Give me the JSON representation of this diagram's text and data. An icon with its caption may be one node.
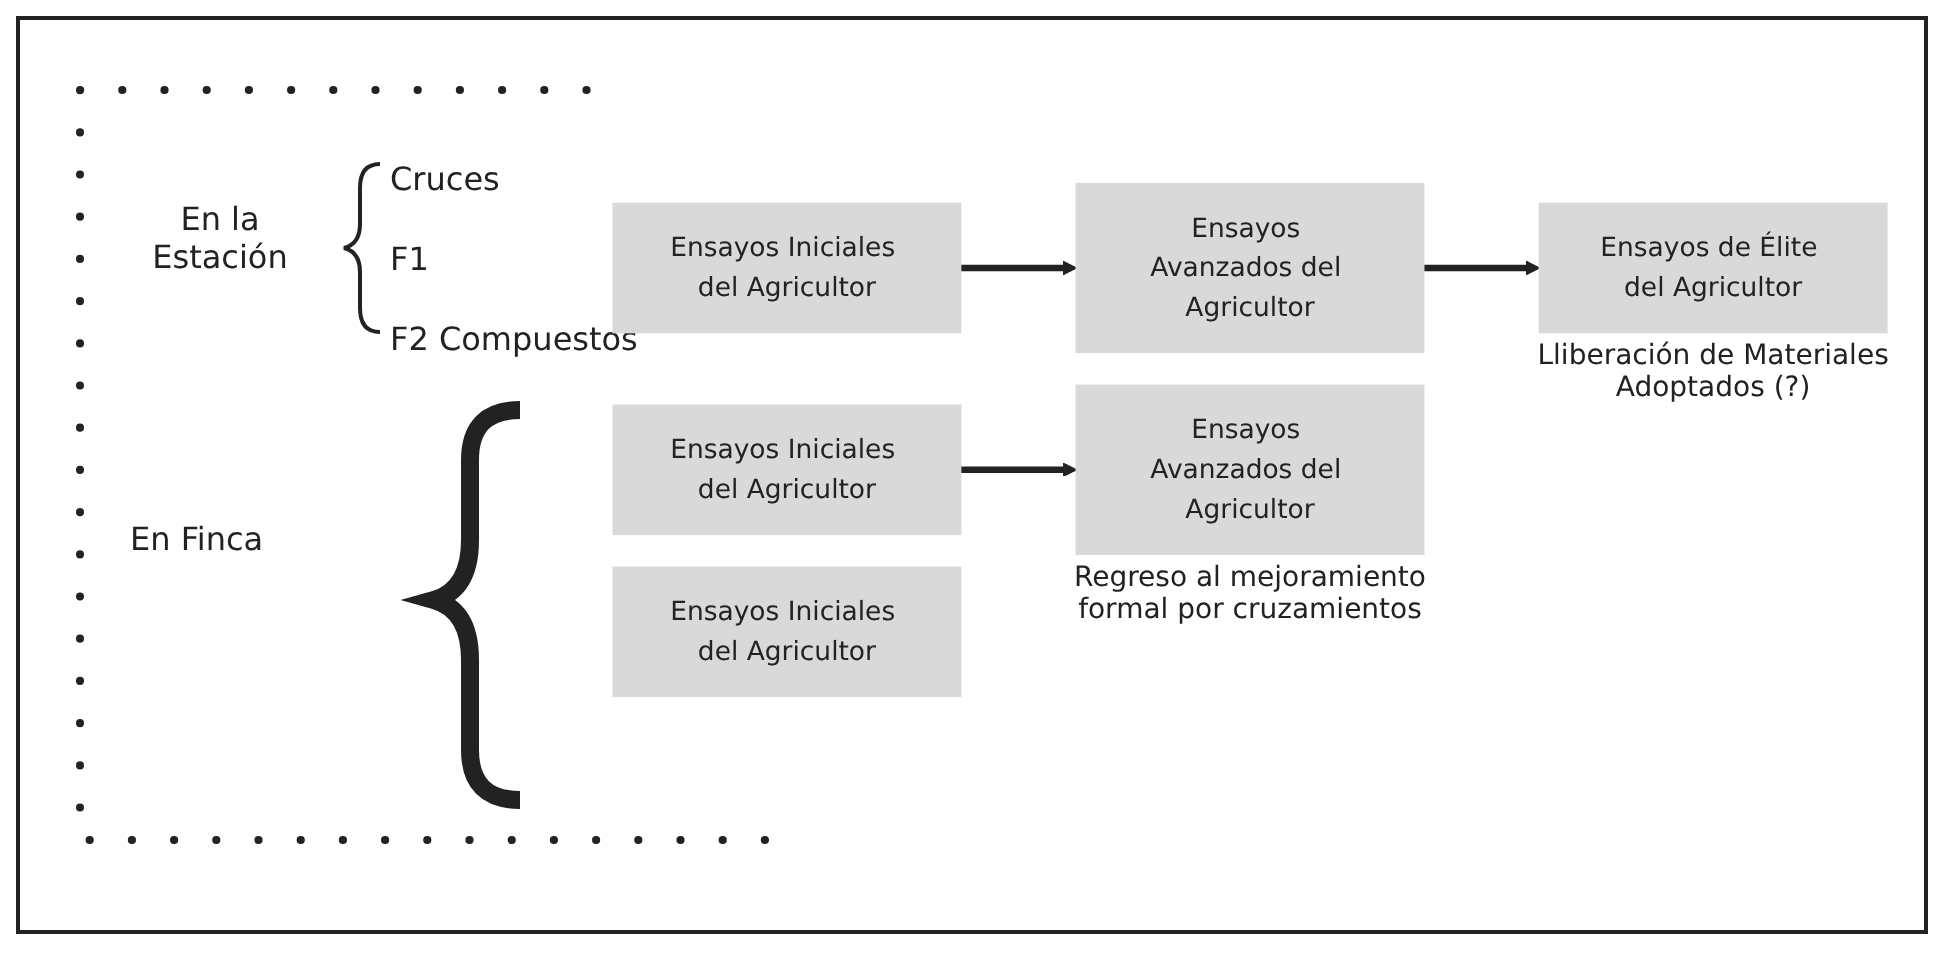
{
  "diagram": {
    "nodes": [
      {
        "text": [
          "Ensayos Iniciales del Agricultor"
        ]
      },
      {
        "text": [
          "Ensayos Iniciales del Agricultor"
        ]
      },
      {
        "text": [
          "Ensayos Iniciales del Agricultor"
        ]
      },
      {
        "text": [
          "Ensayos Avanzados del Agricultor"
        ]
      },
      {
        "text": [
          "Ensayos Avanzados del Agricultor"
        ],
        "beside": [
          "Regreso al mejoramiento formal por cruzamientos"
        ]
      },
      {
        "text": [
          "Ensayos de Élite del Agricultor"
        ],
        "beside": [
          "Lliberación de Materiales Adoptados (?)"
        ]
      }
    ],
    "edges": [
      {
        "from": 0,
        "to": 3,
        "arrow": "to"
      },
      {
        "from": 1,
        "to": 4,
        "arrow": "to"
      },
      {
        "from": 3,
        "to": 5,
        "arrow": "to"
      }
    ],
    "labels": [
      "En la Estación",
      "Cruces",
      "F1",
      "F2 Compuestos",
      "En Finca"
    ]
  }
}
